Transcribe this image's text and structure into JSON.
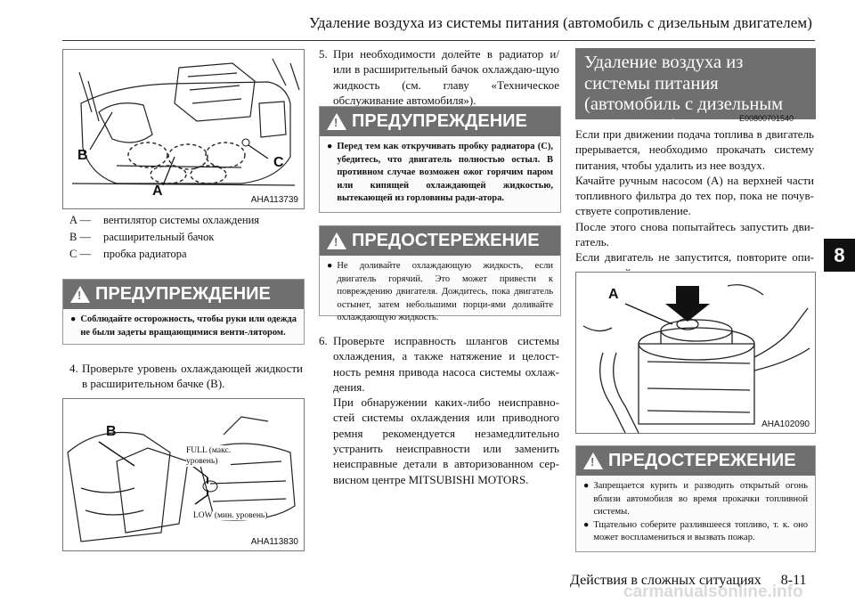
{
  "header": {
    "title": "Удаление воздуха из системы питания (автомобиль с дизельным двигателем)"
  },
  "chapter_tab": "8",
  "fig1": {
    "code": "AHA113739",
    "labels": {
      "a": "A",
      "b": "B",
      "c": "C"
    },
    "legend": [
      {
        "key": "A —",
        "text": "вентилятор системы охлаждения"
      },
      {
        "key": "B —",
        "text": "расширительный бачок"
      },
      {
        "key": "C —",
        "text": "пробка радиатора"
      }
    ]
  },
  "warning1": {
    "title": "ПРЕДУПРЕЖДЕНИЕ",
    "items": [
      "Соблюдайте осторожность, чтобы руки или одежда не были задеты вращающимися венти-лятором."
    ]
  },
  "step4": {
    "num": "4.",
    "text": "Проверьте уровень охлаждающей жидкости в расширительном бачке (B)."
  },
  "fig2": {
    "code": "AHA113830",
    "label_b": "B",
    "full_line1": "FULL (макс.",
    "full_line2": "уровень)",
    "low": "LOW (мин. уровень)"
  },
  "step5": {
    "num": "5.",
    "text": "При необходимости долейте в радиатор и/или в расширительный бачок охлаждаю-щую жидкость (см. главу «Техническое обслуживание автомобиля»)."
  },
  "warning2": {
    "title": "ПРЕДУПРЕЖДЕНИЕ",
    "items": [
      "Перед тем как откручивать пробку радиатора (C), убедитесь, что двигатель полностью остыл. В противном случае возможен ожог горячим паром или кипящей охлаждающей жидкостью, вытекающей из горловины ради-атора."
    ]
  },
  "caution1": {
    "title": "ПРЕДОСТЕРЕЖЕНИЕ",
    "items": [
      "Не доливайте охлаждающую жидкость, если двигатель горячий. Это может привести к повреждению двигателя. Дождитесь, пока двигатель остынет, затем небольшими порци-ями доливайте охлаждающую жидкость."
    ]
  },
  "step6": {
    "num": "6.",
    "text1": "Проверьте исправность шлангов системы охлаждения, а также натяжение и целост-ность ремня привода насоса системы охлаж-дения.",
    "text2": "При обнаружении каких-либо неисправно-стей системы охлаждения или приводного ремня рекомендуется незамедлительно устранить неисправности или заменить неисправные детали в авторизованном сер-висном центре MITSUBISHI MOTORS."
  },
  "section": {
    "title": "Удаление воздуха из системы питания (автомобиль с дизельным двигателем)",
    "code": "E00800701540",
    "p1": "Если при движении подача топлива в двигатель прерывается, необходимо прокачать систему питания, чтобы удалить из нее воздух.",
    "p2": "Качайте ручным насосом (A) на верхней части топливного фильтра до тех пор, пока не почув-ствуете сопротивление.",
    "p3": "После этого снова попытайтесь запустить дви-гатель.",
    "p4": "Если двигатель не запустится, повторите опи-санные действия."
  },
  "fig3": {
    "code": "AHA102090",
    "label_a": "A"
  },
  "caution2": {
    "title": "ПРЕДОСТЕРЕЖЕНИЕ",
    "items": [
      "Запрещается курить и разводить открытый огонь вблизи автомобиля во время прокачки топливной системы.",
      "Тщательно соберите разлившееся топливо, т. к. оно может воспламениться и вызвать пожар."
    ]
  },
  "footer": {
    "text": "Действия в сложных ситуациях",
    "page": "8-11",
    "watermark": "carmanualsonline.info"
  }
}
